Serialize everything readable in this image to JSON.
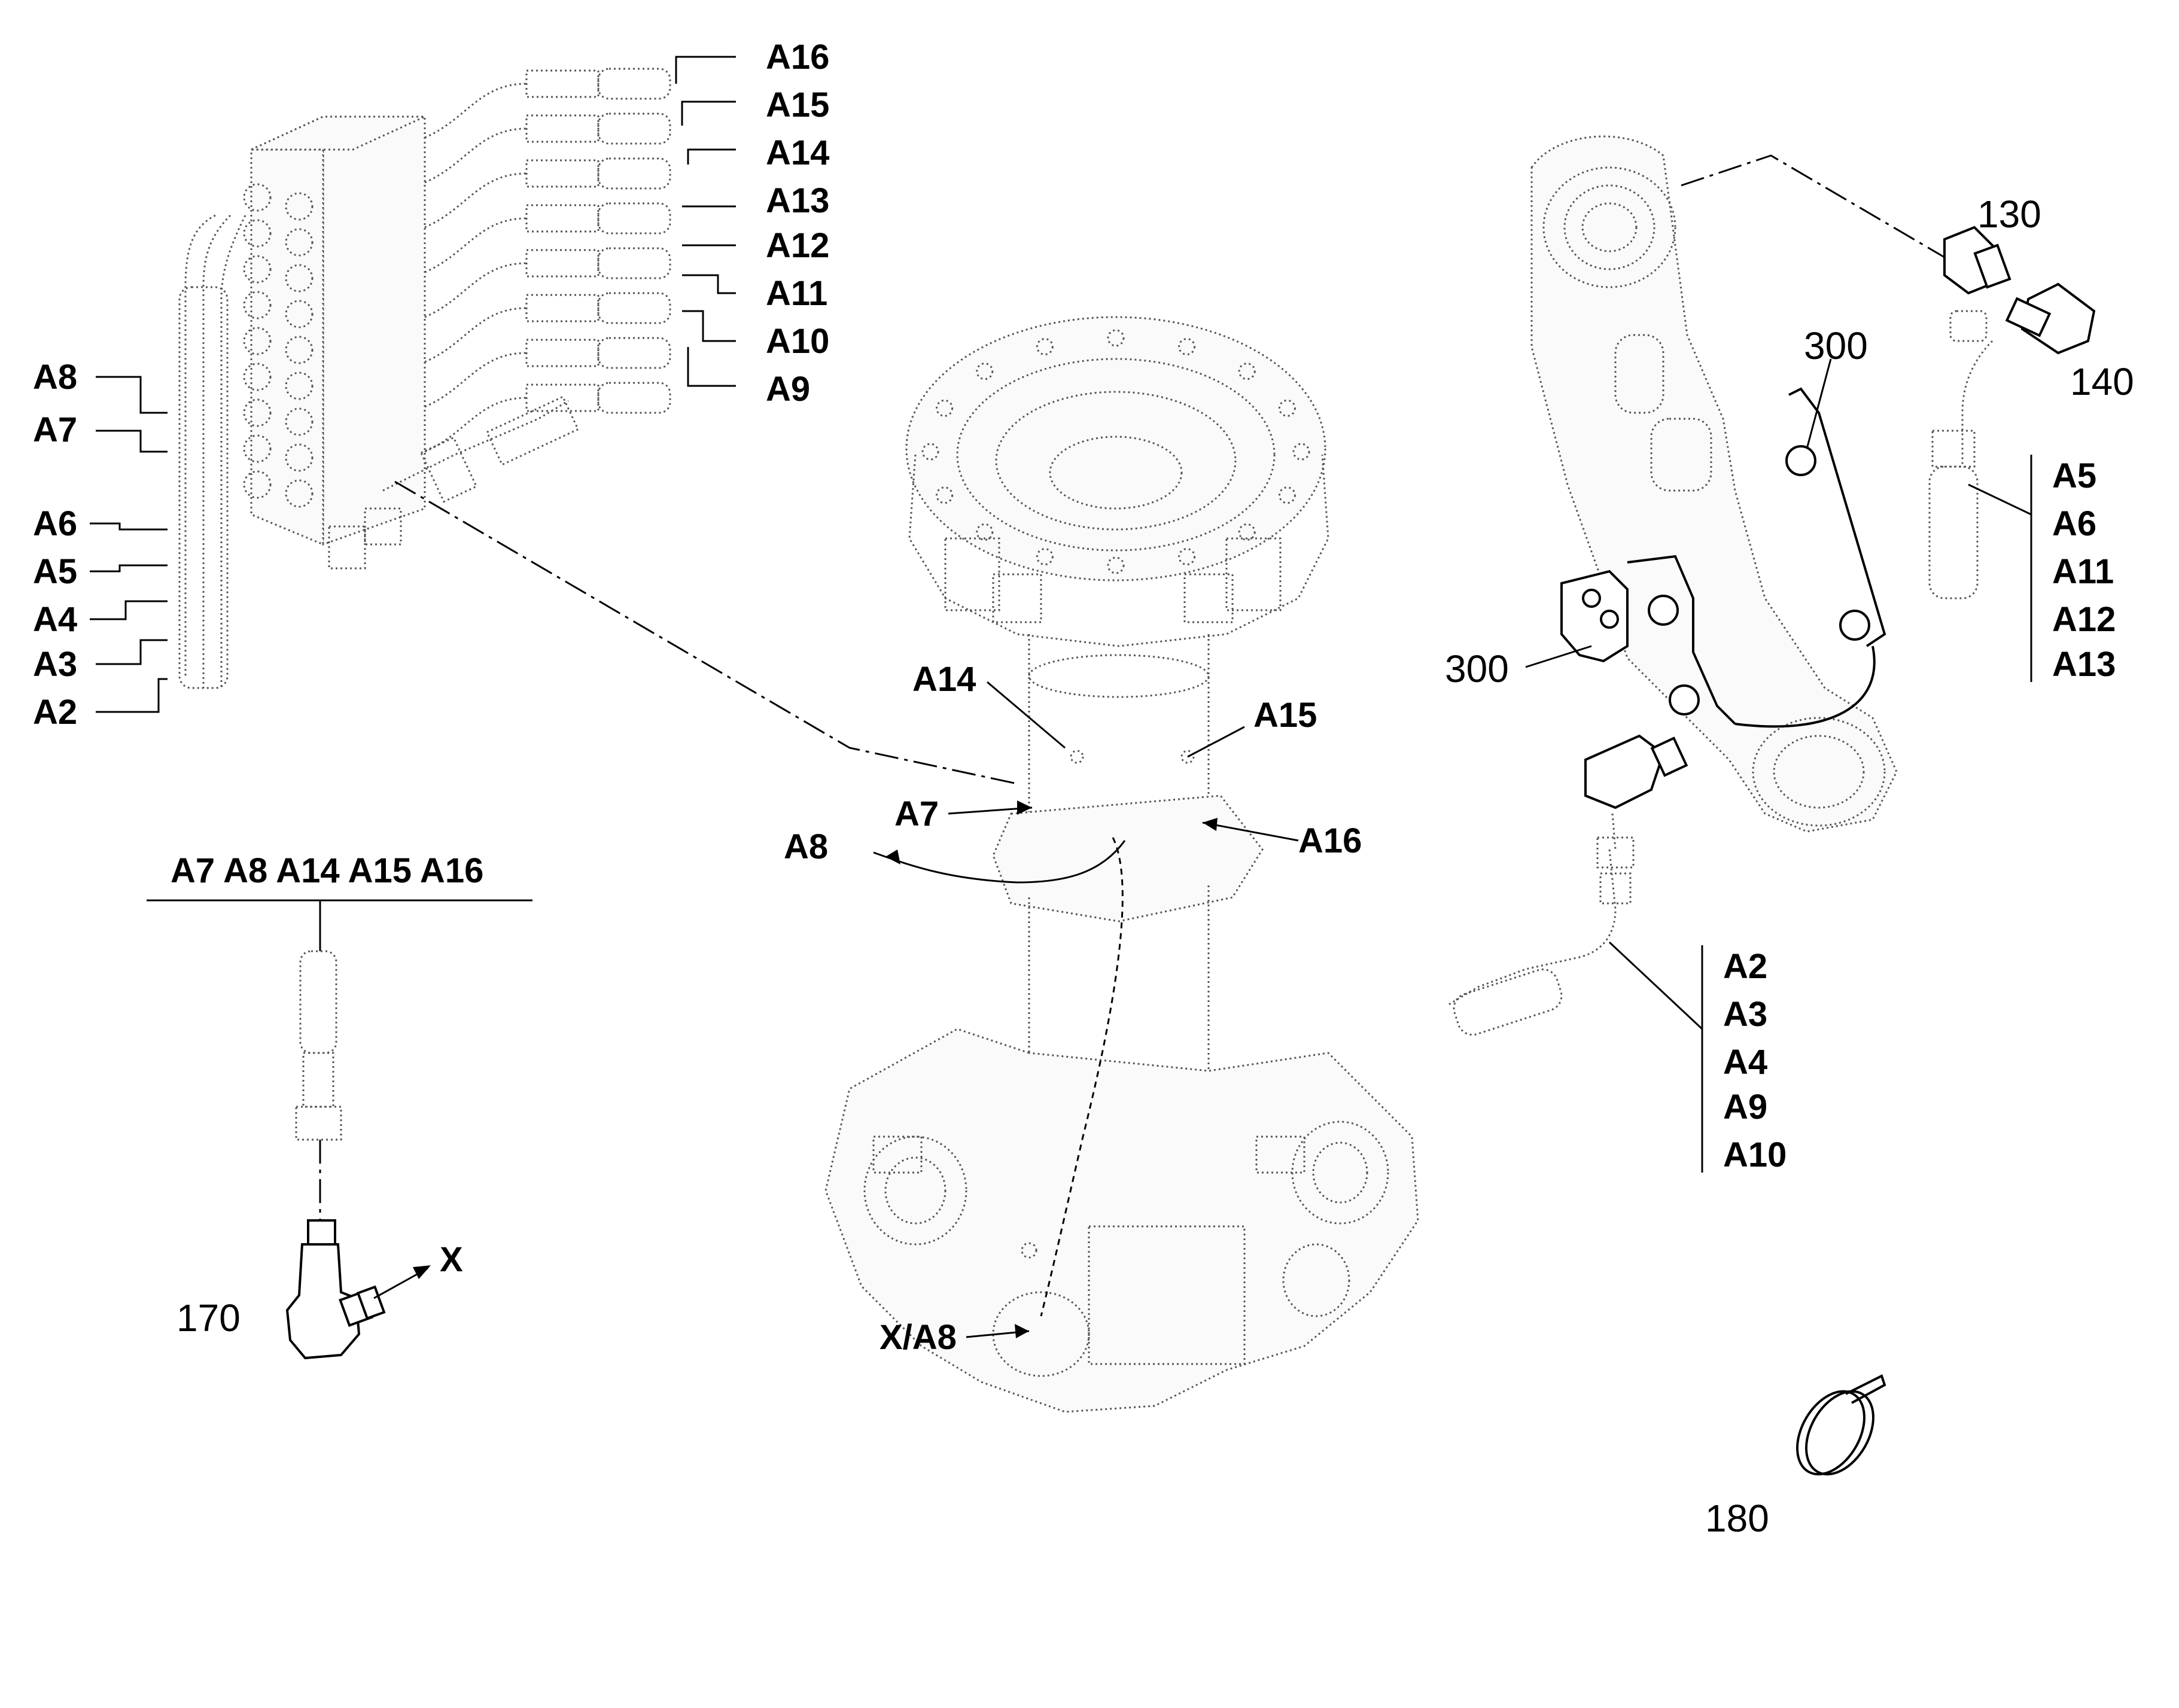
{
  "diagram": {
    "manifold_labels_right": [
      "A16",
      "A15",
      "A14",
      "A13",
      "A12",
      "A11",
      "A10",
      "A9"
    ],
    "manifold_labels_left": [
      "A8",
      "A7",
      "A6",
      "A5",
      "A4",
      "A3",
      "A2"
    ],
    "column_labels": {
      "a14": "A14",
      "a15": "A15",
      "a7": "A7",
      "a8": "A8",
      "a16": "A16",
      "x_a8": "X/A8"
    },
    "fitting_header": "A7 A8 A14 A15 A16",
    "callouts": {
      "p130": "130",
      "p140": "140",
      "p300_top": "300",
      "p300_left": "300",
      "p170": "170",
      "p180": "180",
      "x_arrow": "X"
    },
    "group_right_top": [
      "A5",
      "A6",
      "A11",
      "A12",
      "A13"
    ],
    "group_right_bottom": [
      "A2",
      "A3",
      "A4",
      "A9",
      "A10"
    ]
  }
}
